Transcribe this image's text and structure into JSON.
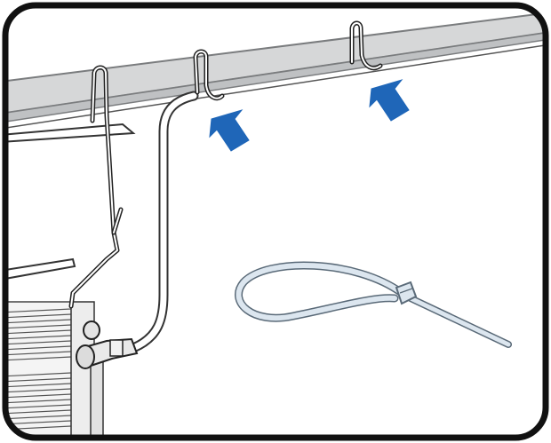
{
  "diagram": {
    "kind": "installation-illustration",
    "components": [
      {
        "id": "ceiling-beam",
        "icon": "beam"
      },
      {
        "id": "wire-hangers",
        "icon": "hook",
        "count": 3
      },
      {
        "id": "cable",
        "icon": "cable"
      },
      {
        "id": "cable-connector",
        "icon": "connector"
      },
      {
        "id": "radiator-fins",
        "icon": "radiator"
      },
      {
        "id": "cable-tie",
        "icon": "zip-tie"
      }
    ],
    "arrows": {
      "count": 2,
      "meaning": "attach-points",
      "icon": "arrow-up-left"
    }
  },
  "colors": {
    "frame": "#111111",
    "beam_fill": "#d6d7d8",
    "beam_edge": "#7a7c7e",
    "arrow": "#1f66b8",
    "cable_tie_fill": "#dce6ef",
    "cable_tie_edge": "#5a6a78",
    "background": "#ffffff"
  }
}
